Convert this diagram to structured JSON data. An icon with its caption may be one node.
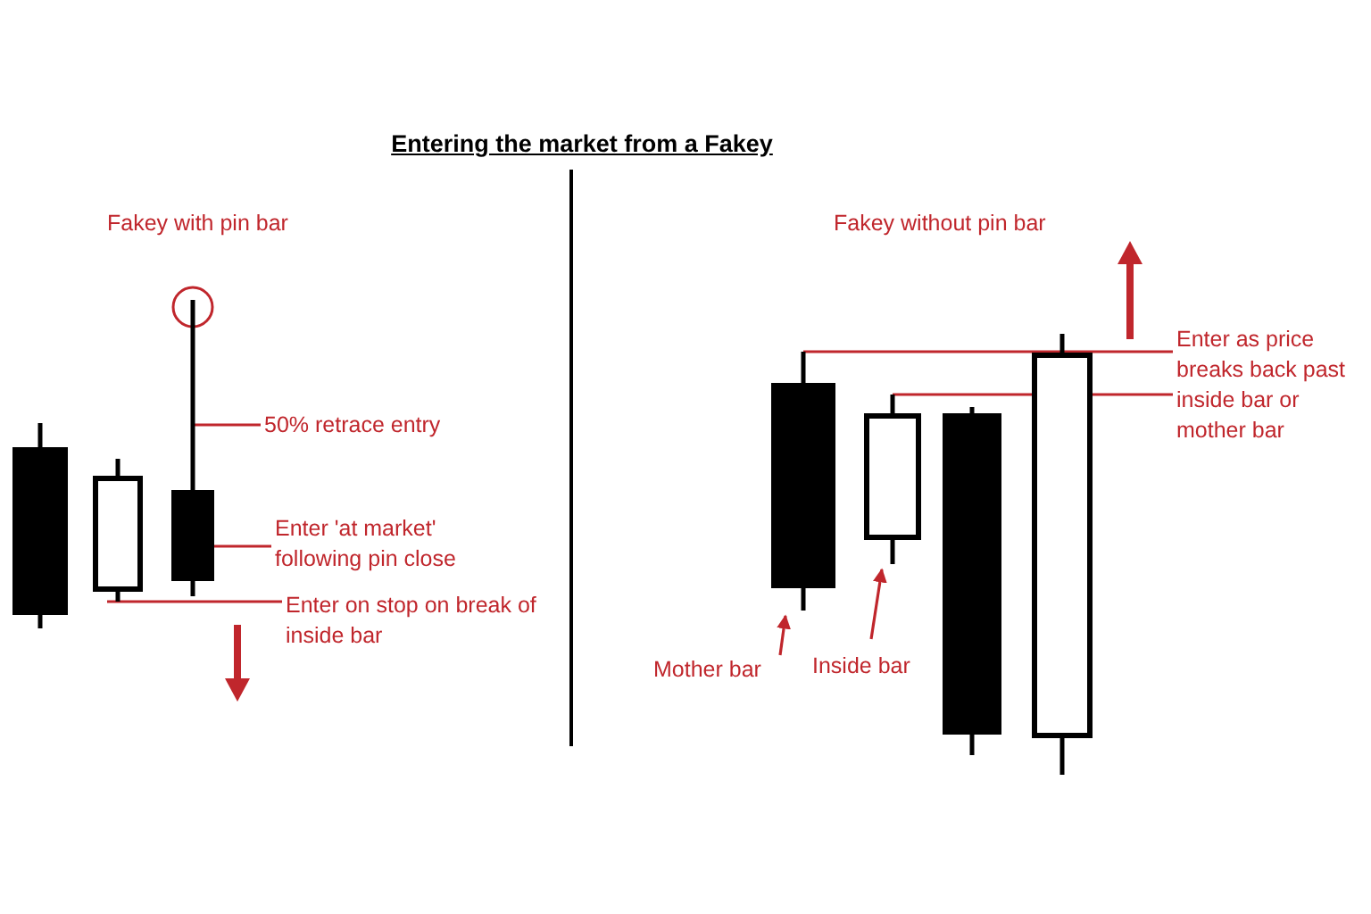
{
  "diagram": {
    "title": "Entering the market from a Fakey",
    "nodes": [
      {
        "text": [],
        "shape": "bar"
      },
      {
        "text": [],
        "shape": "bar"
      },
      {
        "text": [],
        "shape": "bar"
      },
      {
        "text": [
          "50% retrace entry"
        ]
      },
      {
        "text": [
          "Enter 'at market' following pin close"
        ]
      },
      {
        "text": [
          "Enter on stop on break of inside bar"
        ]
      },
      {
        "text": [],
        "shape": "bar"
      },
      {
        "text": [],
        "shape": "bar"
      },
      {
        "text": [],
        "shape": "bar"
      },
      {
        "text": [],
        "shape": "bar"
      },
      {
        "text": [
          "Enter as price breaks back past inside bar or mother bar"
        ]
      },
      {
        "text": [
          "Mother bar"
        ]
      },
      {
        "text": [
          "Inside bar"
        ]
      }
    ],
    "edges": [
      {
        "from": 3,
        "to": 2,
        "arrow": "none"
      },
      {
        "from": 4,
        "to": 2,
        "arrow": "none"
      },
      {
        "from": 5,
        "to": 1,
        "arrow": "none"
      },
      {
        "from": 10,
        "to": 6,
        "arrow": "none"
      },
      {
        "from": 10,
        "to": 7,
        "arrow": "none"
      },
      {
        "from": 11,
        "to": 6,
        "arrow": "to"
      },
      {
        "from": 12,
        "to": 7,
        "arrow": "to"
      }
    ],
    "labels": [
      "Fakey with pin bar",
      "Fakey without pin bar"
    ]
  }
}
